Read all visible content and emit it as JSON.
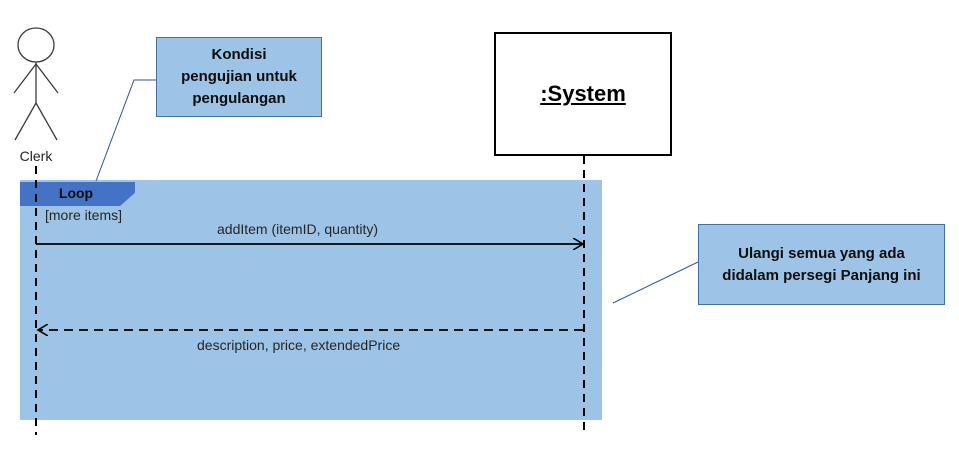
{
  "actor": {
    "name": "Clerk"
  },
  "lifeline_object": {
    "name": ":System"
  },
  "loop_fragment": {
    "operator": "Loop",
    "guard": "[more items]"
  },
  "messages": [
    {
      "label": "addItem (itemID, quantity)",
      "kind": "synchronous call"
    },
    {
      "label": "description, price, extendedPrice",
      "kind": "return"
    }
  ],
  "notes": {
    "guard_note": "Kondisi\npengujian untuk\npengulangan",
    "loop_note": "Ulangi semua yang ada\ndidalam persegi Panjang ini"
  },
  "colors": {
    "frame_fill": "#9dc3e6",
    "operator_tab": "#4472c4",
    "note_border": "#41719c",
    "connector_line": "#2f5597"
  }
}
